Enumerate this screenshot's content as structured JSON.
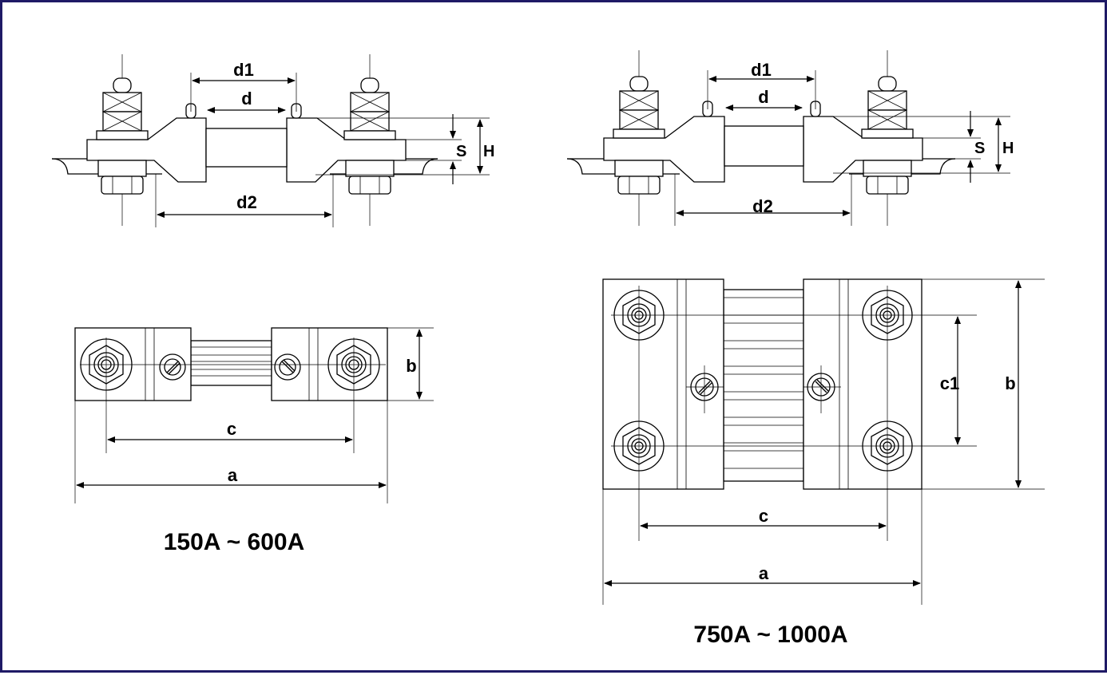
{
  "side_small": {
    "d1": "d1",
    "d": "d",
    "d2": "d2",
    "S": "S",
    "H": "H"
  },
  "side_large": {
    "d1": "d1",
    "d": "d",
    "d2": "d2",
    "S": "S",
    "H": "H"
  },
  "top_small": {
    "a": "a",
    "b": "b",
    "c": "c",
    "caption": "150A ~ 600A"
  },
  "top_large": {
    "a": "a",
    "b": "b",
    "c": "c",
    "c1": "c1",
    "caption": "750A ~ 1000A"
  },
  "colors": {
    "border": "#1f1a66",
    "ink": "#000000"
  }
}
